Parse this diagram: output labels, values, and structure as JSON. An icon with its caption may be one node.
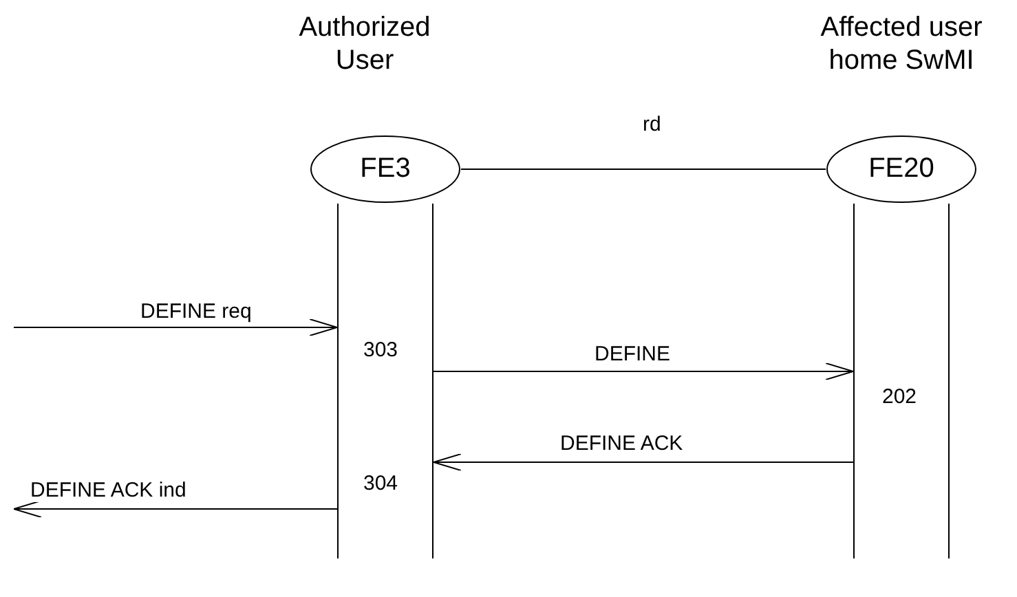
{
  "diagram": {
    "nodes": [
      {
        "text": [
          "FE3"
        ],
        "beside": [
          "Authorized User"
        ]
      },
      {
        "text": [
          "FE20"
        ],
        "beside": [
          "Affected user home SwMI"
        ]
      },
      {
        "text": [
          "303",
          "304"
        ]
      },
      {
        "text": [
          "202"
        ]
      }
    ],
    "edges": [
      {
        "from": 0,
        "to": 1,
        "arrow": "none",
        "label": "rd"
      },
      {
        "from": null,
        "to": 2,
        "arrow": "to",
        "label": "DEFINE req"
      },
      {
        "from": 2,
        "to": 3,
        "arrow": "to",
        "label": "DEFINE"
      },
      {
        "from": 3,
        "to": 2,
        "arrow": "to",
        "label": "DEFINE ACK"
      },
      {
        "from": 2,
        "to": null,
        "arrow": "to",
        "label": "DEFINE ACK ind"
      }
    ]
  }
}
